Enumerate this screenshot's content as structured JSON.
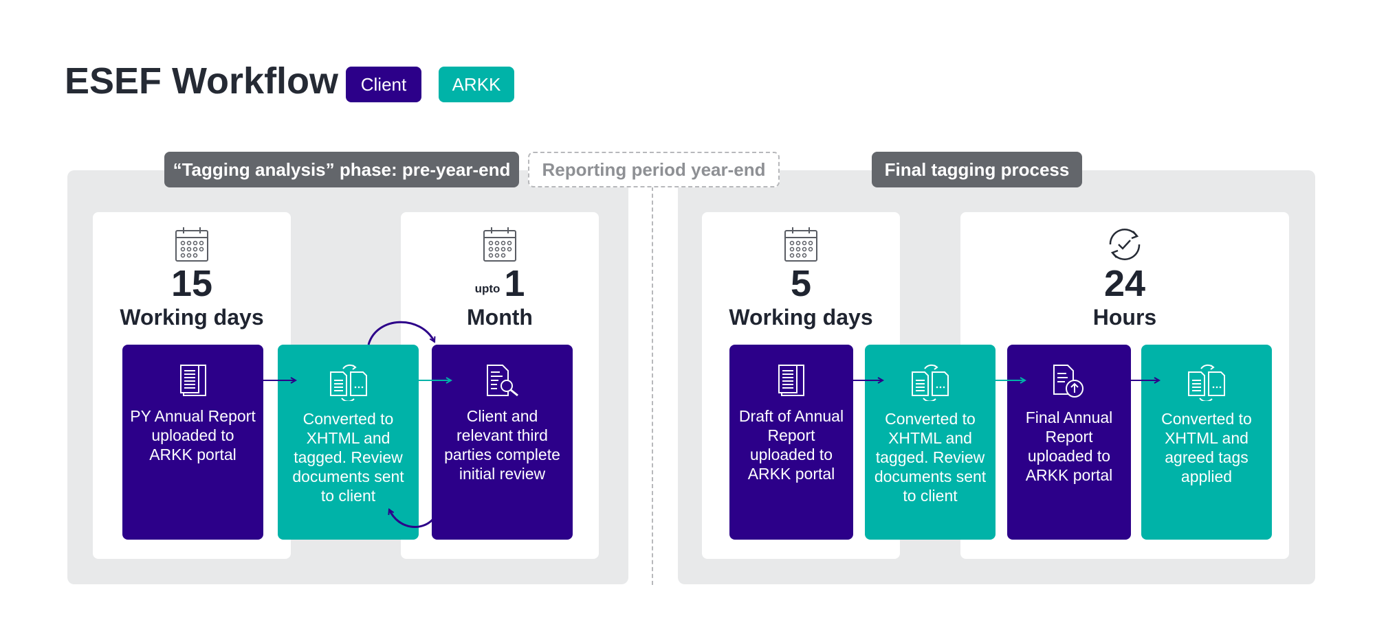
{
  "title": "ESEF Workflow",
  "legend": {
    "client": "Client",
    "arkk": "ARKK"
  },
  "colors": {
    "client": "#2c0089",
    "arkk": "#00b3a8",
    "phase_tag": "#63666b",
    "panel": "#e8e9ea"
  },
  "phases": {
    "left": "“Tagging analysis” phase: pre-year-end",
    "divider": "Reporting period year-end",
    "right": "Final tagging process"
  },
  "durations": [
    {
      "icon": "calendar-icon",
      "number": "15",
      "prefix": "",
      "unit": "Working days"
    },
    {
      "icon": "calendar-icon",
      "number": "1",
      "prefix": "upto",
      "unit": "Month"
    },
    {
      "icon": "calendar-icon",
      "number": "5",
      "prefix": "",
      "unit": "Working days"
    },
    {
      "icon": "refresh-check-icon",
      "number": "24",
      "prefix": "",
      "unit": "Hours"
    }
  ],
  "steps": [
    {
      "owner": "client",
      "icon": "document-icon",
      "text": "PY Annual Report uploaded to ARKK portal"
    },
    {
      "owner": "arkk",
      "icon": "convert-documents-icon",
      "text": "Converted to XHTML and tagged. Review documents sent to client"
    },
    {
      "owner": "client",
      "icon": "document-search-icon",
      "text": "Client and relevant third parties complete initial review"
    },
    {
      "owner": "client",
      "icon": "document-icon",
      "text": "Draft of Annual Report uploaded to ARKK portal"
    },
    {
      "owner": "arkk",
      "icon": "convert-documents-icon",
      "text": "Converted to XHTML and tagged. Review documents sent to client"
    },
    {
      "owner": "client",
      "icon": "document-upload-icon",
      "text": "Final Annual Report uploaded to ARKK portal"
    },
    {
      "owner": "arkk",
      "icon": "convert-documents-icon",
      "text": "Converted to XHTML and agreed tags applied"
    }
  ]
}
